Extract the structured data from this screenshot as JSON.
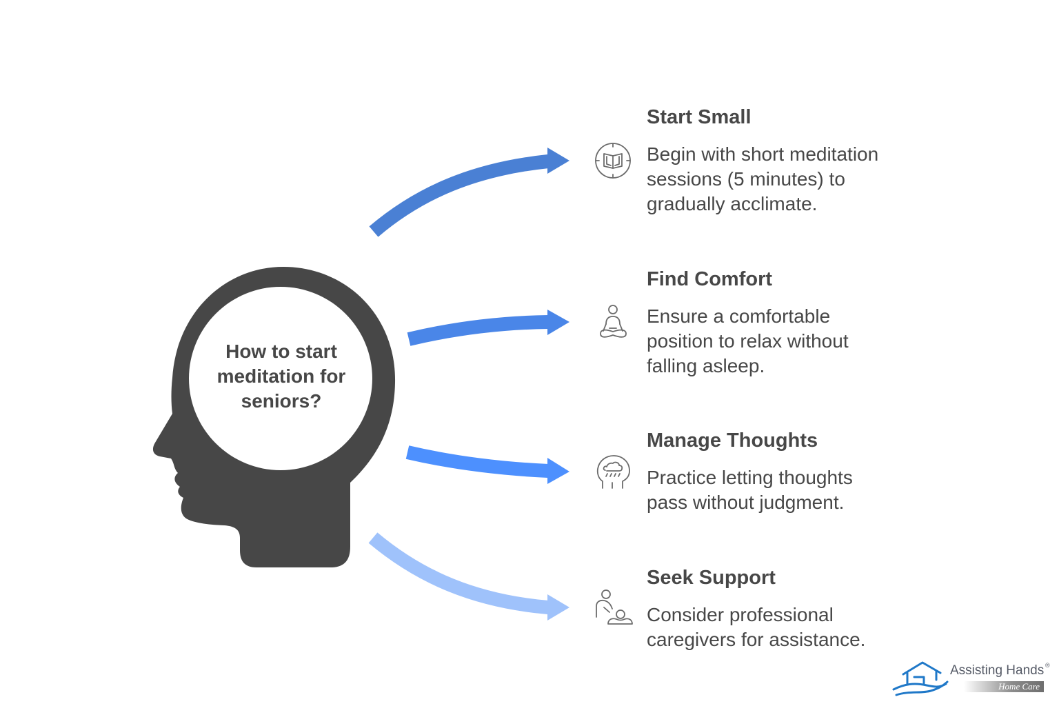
{
  "center": {
    "title_lines": [
      "How to start",
      "meditation for",
      "seniors?"
    ]
  },
  "items": [
    {
      "title": "Start Small",
      "description_lines": [
        "Begin with short meditation",
        "sessions (5 minutes) to",
        "gradually acclimate."
      ],
      "icon": "clock-book-icon",
      "arrow_color": "#4a80d4"
    },
    {
      "title": "Find Comfort",
      "description_lines": [
        "Ensure a comfortable",
        "position to relax without",
        "falling asleep."
      ],
      "icon": "meditating-person-icon",
      "arrow_color": "#4a86e8"
    },
    {
      "title": "Manage Thoughts",
      "description_lines": [
        "Practice letting thoughts",
        "pass without judgment."
      ],
      "icon": "head-cloud-icon",
      "arrow_color": "#4d90fe"
    },
    {
      "title": "Seek Support",
      "description_lines": [
        "Consider professional",
        "caregivers for assistance."
      ],
      "icon": "caregiver-icon",
      "arrow_color": "#9fc2fb"
    }
  ],
  "colors": {
    "head": "#474747",
    "text": "#474747",
    "icon_stroke": "#6b6b6b"
  },
  "logo": {
    "name": "Assisting Hands",
    "registered": "®",
    "subtitle": "Home Care"
  }
}
